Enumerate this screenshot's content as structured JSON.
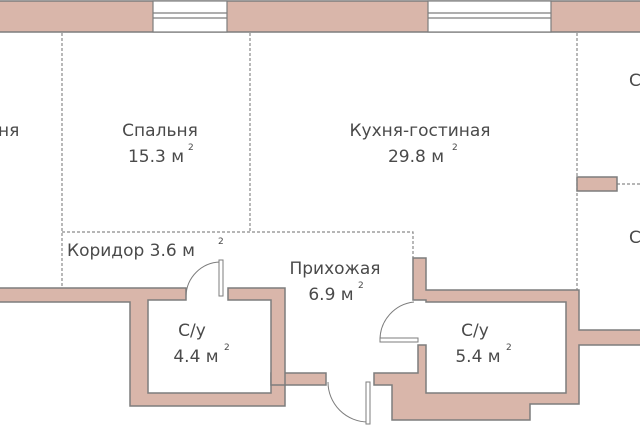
{
  "plan": {
    "colors": {
      "wall": "#d9b6aa",
      "outline": "#7d7d7d",
      "text": "#4a4a4a"
    },
    "rooms": [
      {
        "id": "left-room",
        "name": "ня"
      },
      {
        "id": "bedroom",
        "name": "Спальня",
        "area": "15.3 м",
        "unit_sup": "2"
      },
      {
        "id": "kitchen-living",
        "name": "Кухня-гостиная",
        "area": "29.8 м",
        "unit_sup": "2"
      },
      {
        "id": "corridor",
        "name": "Коридор 3.6 м",
        "unit_sup": "2"
      },
      {
        "id": "hallway",
        "name": "Прихожая",
        "area": "6.9 м",
        "unit_sup": "2"
      },
      {
        "id": "bathroom-1",
        "name": "С/у",
        "area": "4.4 м",
        "unit_sup": "2"
      },
      {
        "id": "bathroom-2",
        "name": "С/у",
        "area": "5.4 м",
        "unit_sup": "2"
      },
      {
        "id": "right-room-top",
        "name": "С"
      },
      {
        "id": "right-room-bottom",
        "name": "С"
      }
    ]
  }
}
